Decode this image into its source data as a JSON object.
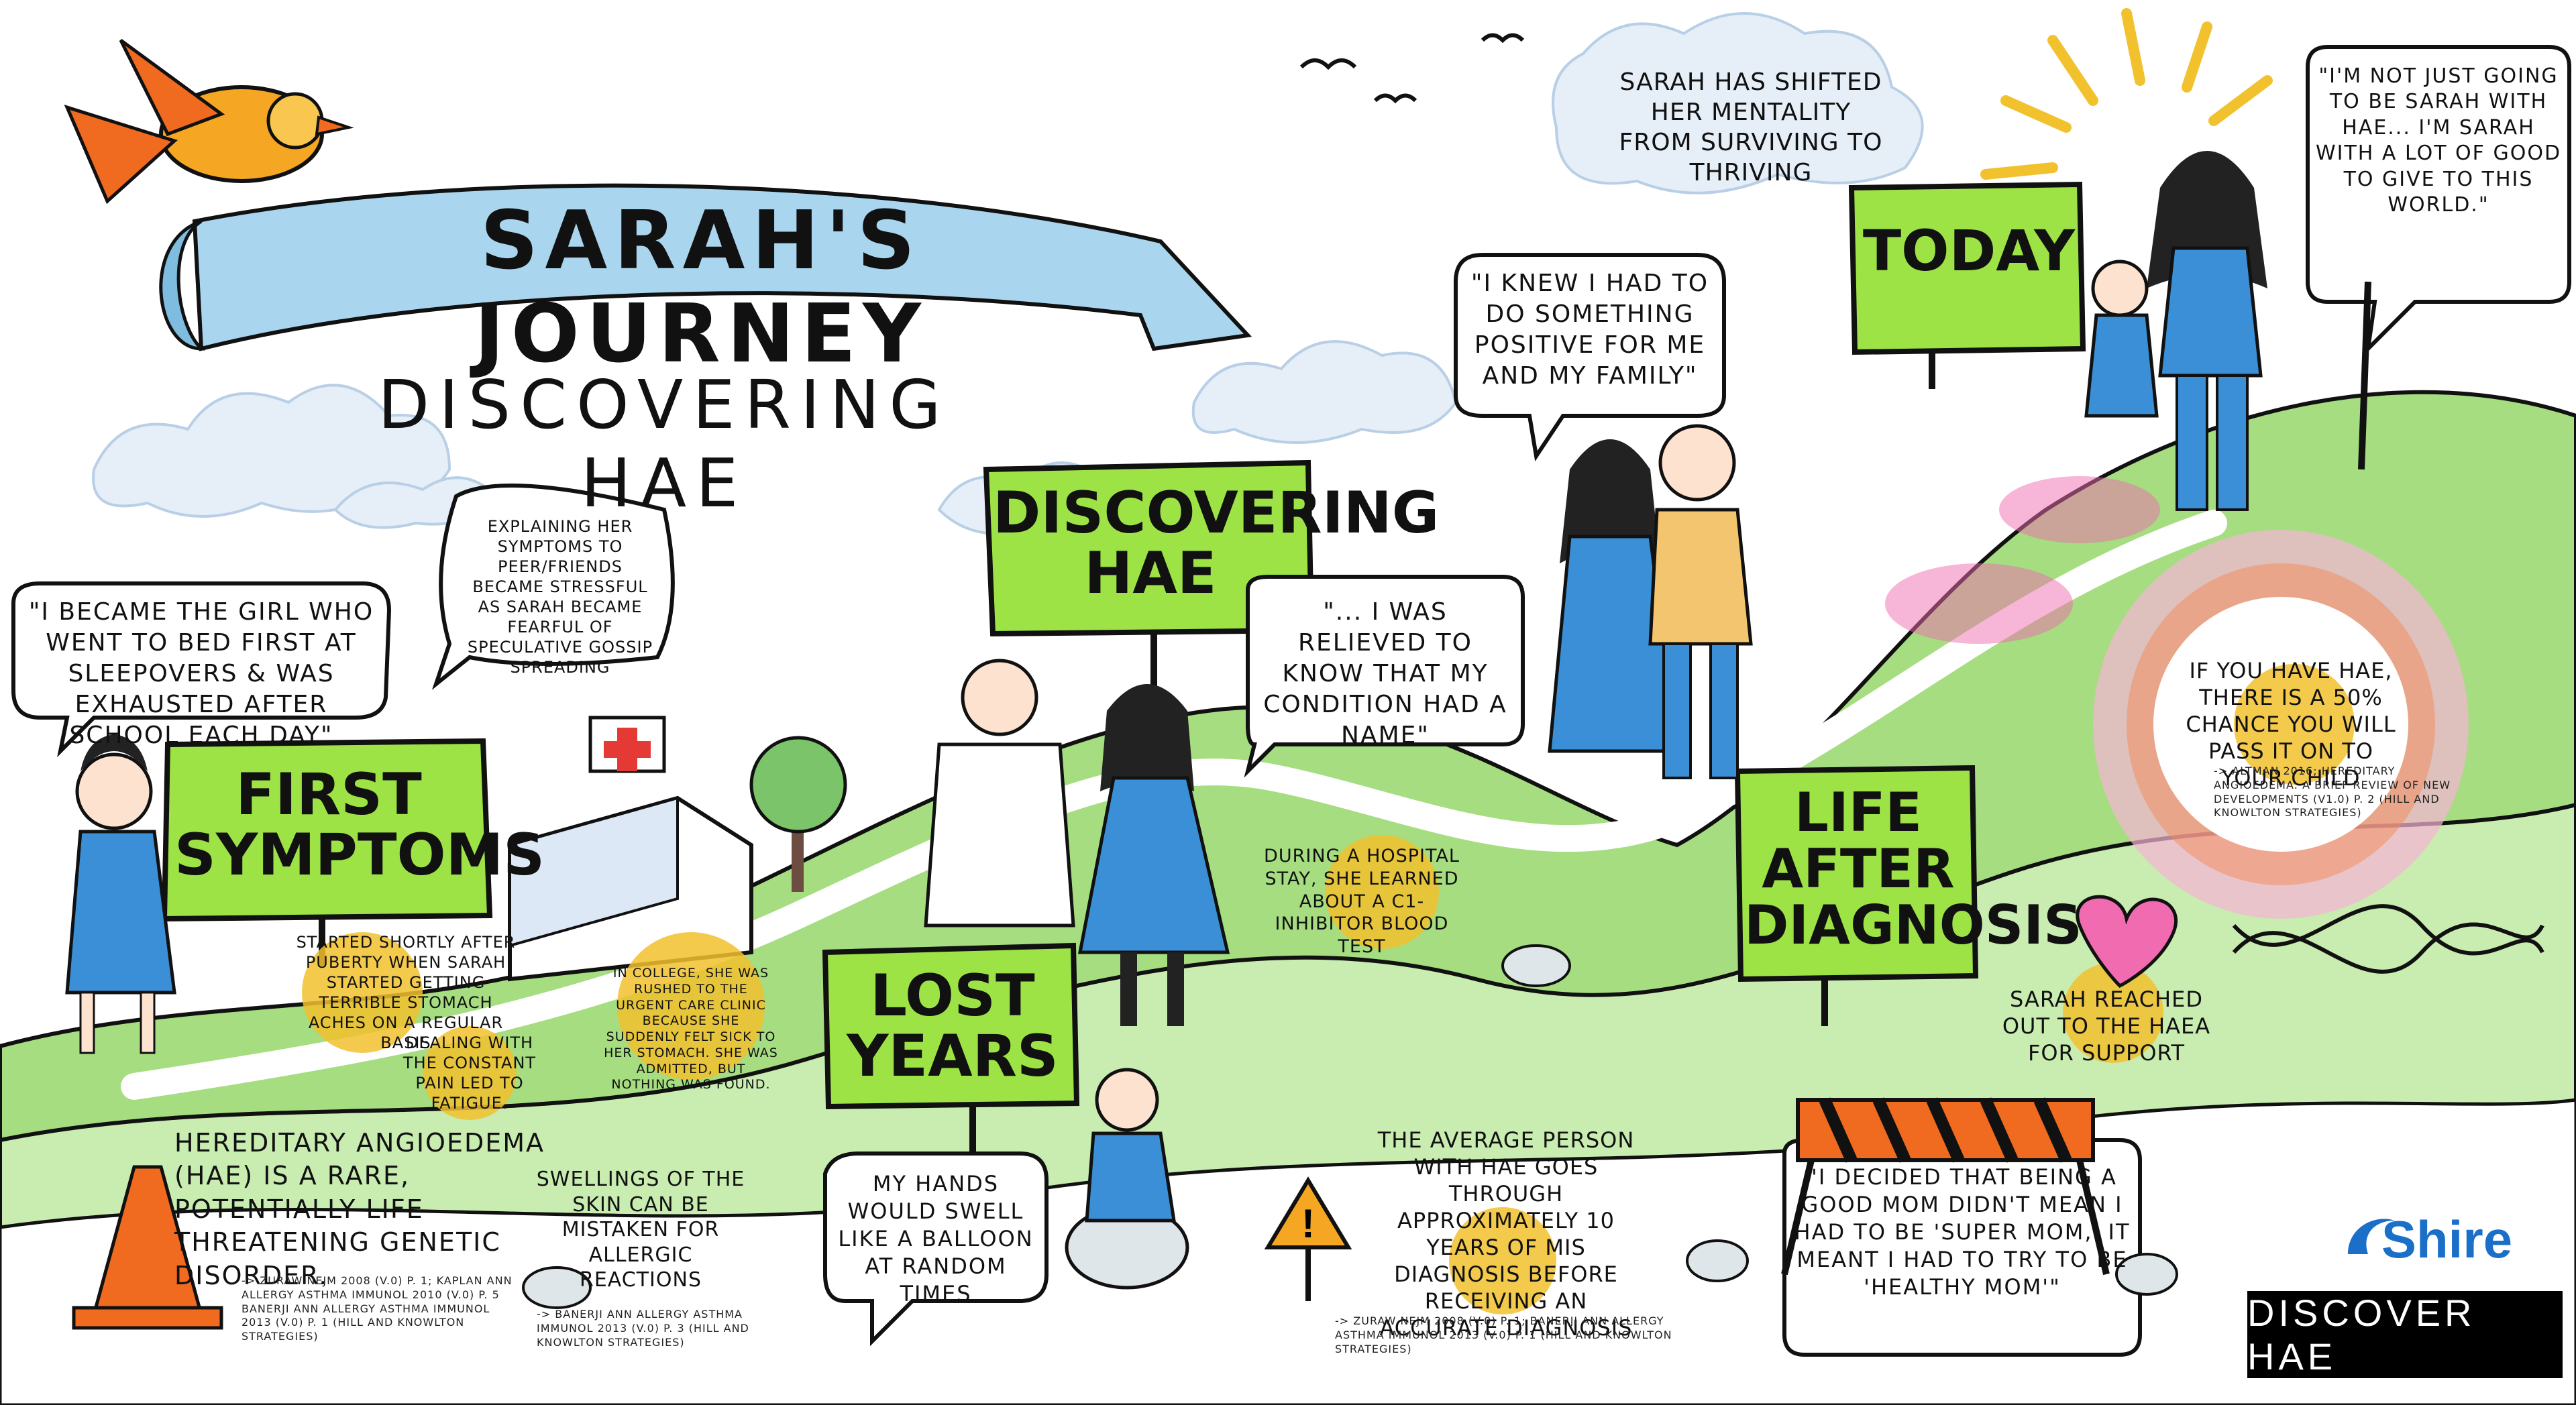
{
  "title": "SARAH'S JOURNEY",
  "subtitle": "DISCOVERING HAE",
  "signs": {
    "first_symptoms": "FIRST SYMPTOMS",
    "discovering_hae": "DISCOVERING HAE",
    "lost_years": "LOST YEARS",
    "life_after_diagnosis": "LIFE AFTER DIAGNOSIS",
    "today": "TODAY"
  },
  "quotes": {
    "girl_bed": "\"I BECAME THE GIRL WHO WENT TO BED FIRST AT SLEEPOVERS & WAS EXHAUSTED AFTER SCHOOL EACH DAY\"",
    "gossip": "EXPLAINING HER SYMPTOMS TO PEER/FRIENDS BECAME STRESSFUL AS SARAH BECAME FEARFUL OF SPECULATIVE GOSSIP SPREADING",
    "relieved": "\"... I WAS RELIEVED TO KNOW THAT MY CONDITION HAD A NAME\"",
    "positive": "\"I KNEW I HAD TO DO SOMETHING POSITIVE FOR ME AND MY FAMILY\"",
    "not_just": "\"I'M NOT JUST GOING TO BE SARAH WITH HAE... I'M SARAH WITH A LOT OF GOOD TO GIVE TO THIS WORLD.\"",
    "hands": "MY HANDS WOULD SWELL LIKE A BALLOON AT RANDOM TIMES",
    "supermom": "\"I DECIDED THAT BEING A GOOD MOM DIDN'T MEAN I HAD TO BE 'SUPER MOM,' IT MEANT I HAD TO TRY TO BE 'HEALTHY MOM'\""
  },
  "notes": {
    "thriving": "SARAH HAS SHIFTED HER MENTALITY FROM SURVIVING TO Thriving",
    "puberty": "STARTED SHORTLY AFTER PUBERTY WHEN SARAH STARTED GETTING TERRIBLE STOMACH ACHES ON A REGULAR BASIS",
    "fatigue": "DEALING WITH THE CONSTANT PAIN LED TO FATIGUE.",
    "college": "IN COLLEGE, SHE WAS RUSHED TO THE URGENT CARE CLINIC BECAUSE SHE SUDDENLY FELT SICK TO HER STOMACH. SHE WAS ADMITTED, BUT NOTHING WAS FOUND.",
    "hospital": "DURING A HOSPITAL STAY, SHE LEARNED ABOUT A C1-INHIBITOR BLOOD TEST",
    "haea": "SARAH REACHED OUT TO THE HAEA FOR Support",
    "chance": "IF YOU HAVE HAE, THERE IS A 50% CHANCE YOU WILL PASS IT ON TO YOUR CHILD",
    "hae_rare": "HEREDITARY ANGIOEDEMA (HAE) IS A Rare, POTENTIALLY LIFE-THREATENING Genetic disorder.",
    "swellings": "SWELLINGS OF THE SKIN CAN BE MISTAKEN FOR ALLERGIC REACTIONS",
    "ten_years": "THE AVERAGE PERSON WITH HAE GOES THROUGH APPROXIMATELY 10 Years OF MIS DIAGNOSIS BEFORE RECEIVING AN ACCURATE DIAGNOSIS"
  },
  "refs": {
    "r1": "-> ZURAW NEJM 2008 (V.0) P. 1; KAPLAN ANN ALLERGY ASTHMA IMMUNOL 2010 (V.0) P. 5 BANERJI ANN ALLERGY ASTHMA IMMUNOL 2013 (V.0) P. 1 (HILL AND KNOWLTON STRATEGIES)",
    "r2": "-> BANERJI ANN ALLERGY ASTHMA IMMUNOL 2013 (V.0) P. 3 (HILL AND KNOWLTON STRATEGIES)",
    "r3": "-> ZURAW NEJM 2008 (V.0) P. 1; BANERJI ANN ALLERGY ASTHMA IMMUNOL 2013 (V.0) P. 1 (HILL AND KNOWLTON STRATEGIES)",
    "r4": "-> ALTMAN 2016; HEREDITARY ANGIOEDEMA: A BRIEF REVIEW OF NEW DEVELOPMENTS (V1.0) P. 2 (HILL AND KNOWLTON STRATEGIES)"
  },
  "logos": {
    "shire": "Shire",
    "discover_hae": "DISCOVER HAE"
  },
  "colors": {
    "sign_green": "#9ee346",
    "hill_green": "#8fd46a",
    "ribbon_blue": "#a9d6ee",
    "sky_cloud": "#dbe9f5",
    "sarah_blue": "#3a8fd6",
    "accent_yellow": "#f2c12e",
    "accent_orange": "#f06a1f",
    "flower_pink": "#f06bb0",
    "shire_blue": "#1a6fc9"
  }
}
